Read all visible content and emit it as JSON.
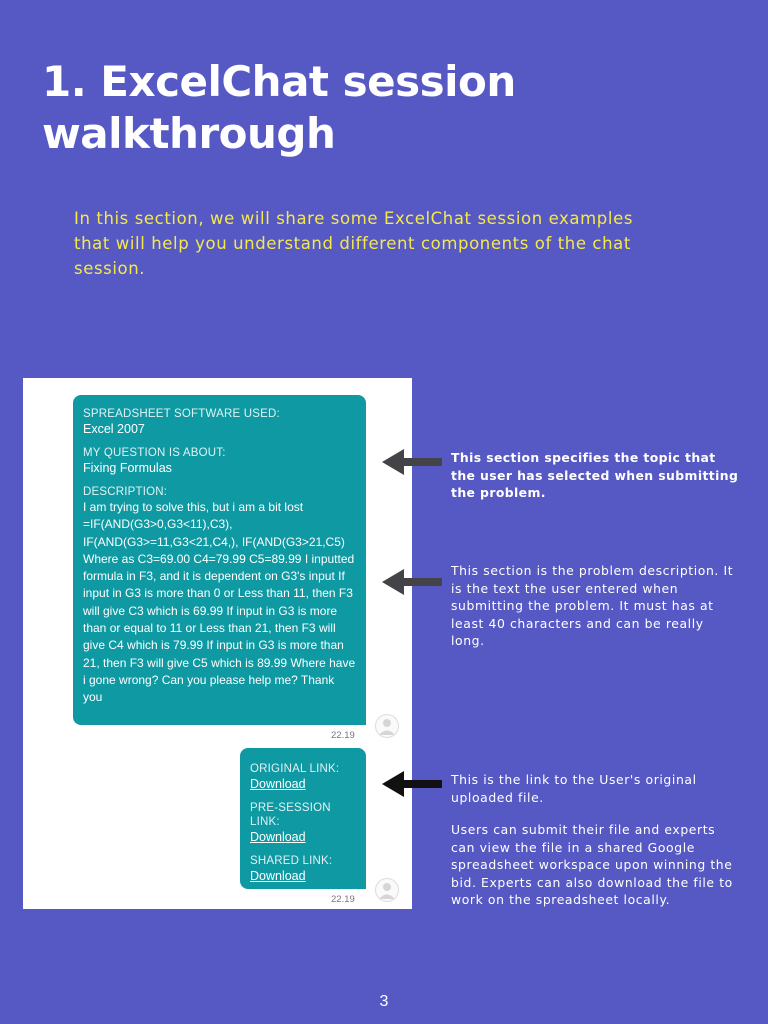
{
  "title": "1. ExcelChat session walkthrough",
  "intro": "In this section, we will share some ExcelChat session examples that will help you understand different components of the chat session.",
  "bubble1": {
    "software_label": "SPREADSHEET SOFTWARE USED:",
    "software_value": "Excel 2007",
    "question_label": "MY QUESTION IS ABOUT:",
    "question_value": "Fixing Formulas",
    "description_label": "DESCRIPTION:",
    "description_value": "I am trying to solve this, but i am a bit lost =IF(AND(G3>0,G3<11),C3), IF(AND(G3>=11,G3<21,C4,), IF(AND(G3>21,C5) Where as C3=69.00 C4=79.99 C5=89.99 I inputted formula in F3, and it is dependent on G3's input If input in G3 is more than 0 or Less than 11, then F3 will give C3 which is 69.99 If input in G3 is more than or equal to 11 or Less than 21, then F3 will give C4 which is 79.99 If input in G3 is more than 21, then F3 will give C5 which is 89.99 Where have i gone wrong? Can you please help me? Thank you",
    "time": "22.19"
  },
  "bubble2": {
    "original_label": "ORIGINAL LINK:",
    "original_link": "Download",
    "presession_label": "PRE-SESSION LINK:",
    "presession_link": "Download",
    "shared_label": "SHARED LINK:",
    "shared_link": "Download",
    "time": "22.19"
  },
  "notes": {
    "topic": "This section specifies the topic that the user has selected when submitting the problem.",
    "description": "This section is the problem description. It is the text the user entered when submitting the problem. It must has at least 40 characters and can be really long.",
    "link_line1": "This is the link to the User's original uploaded file.",
    "link_line2": "Users can submit their file and experts can view the file in a shared Google spreadsheet workspace upon winning the bid. Experts can also download the file to work on the spreadsheet locally."
  },
  "page_number": "3",
  "colors": {
    "background": "#5659c4",
    "intro_text": "#f5e94a",
    "bubble": "#0f9aa3"
  },
  "icons": [
    "avatar-icon",
    "arrow-left-icon"
  ]
}
